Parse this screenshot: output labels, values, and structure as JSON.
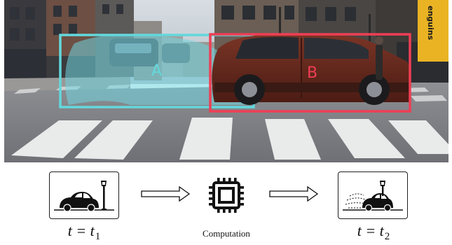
{
  "scene": {
    "region_a_label": "A",
    "region_b_label": "B",
    "sign_text": "enguins",
    "colors": {
      "region_a": "#63d8dc",
      "region_b": "#ef3e55"
    }
  },
  "diagram": {
    "frame_1": {
      "icon": "car-at-streetlamp-icon",
      "time_var": "t = t",
      "time_sub": "1"
    },
    "processor": {
      "icon": "cpu-chip-icon",
      "caption": "Computation"
    },
    "frame_2": {
      "icon": "moving-car-at-streetlamp-icon",
      "time_var": "t = t",
      "time_sub": "2"
    },
    "arrow_icon": "right-arrow-icon"
  }
}
